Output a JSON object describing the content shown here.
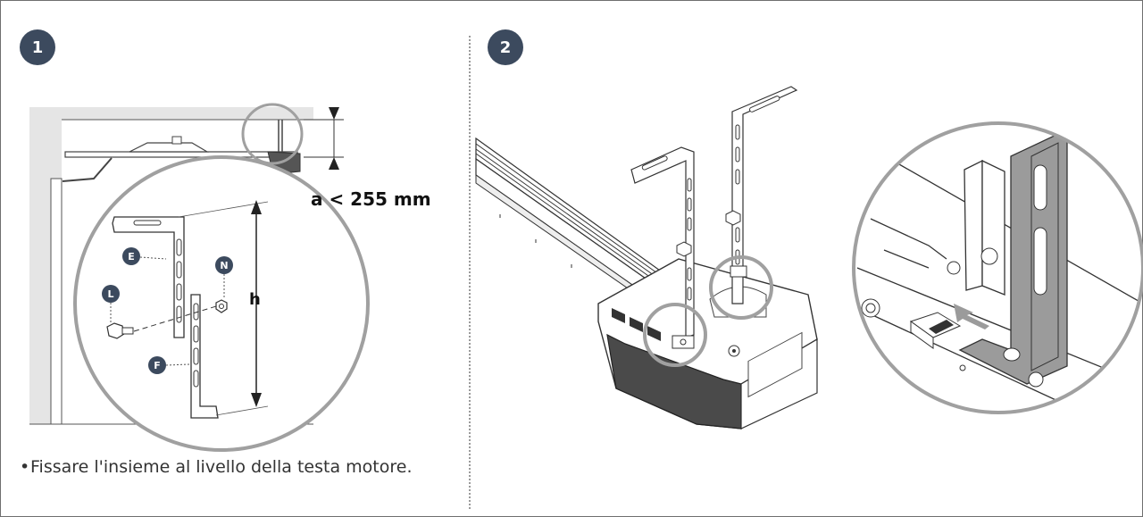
{
  "steps": [
    {
      "number": "1"
    },
    {
      "number": "2"
    }
  ],
  "step1": {
    "dimension_label": "a < 255 mm",
    "height_label": "h",
    "parts": {
      "E": "E",
      "L": "L",
      "N": "N",
      "F": "F"
    },
    "caption": "Fissare l'insieme al livello della testa motore."
  },
  "colors": {
    "badge": "#3c4a5e",
    "line": "#333333",
    "circle": "#a0a0a0",
    "ceiling": "#e5e5e5",
    "highlight": "#9b9b9b"
  },
  "icons": [
    "arrow-icon"
  ]
}
